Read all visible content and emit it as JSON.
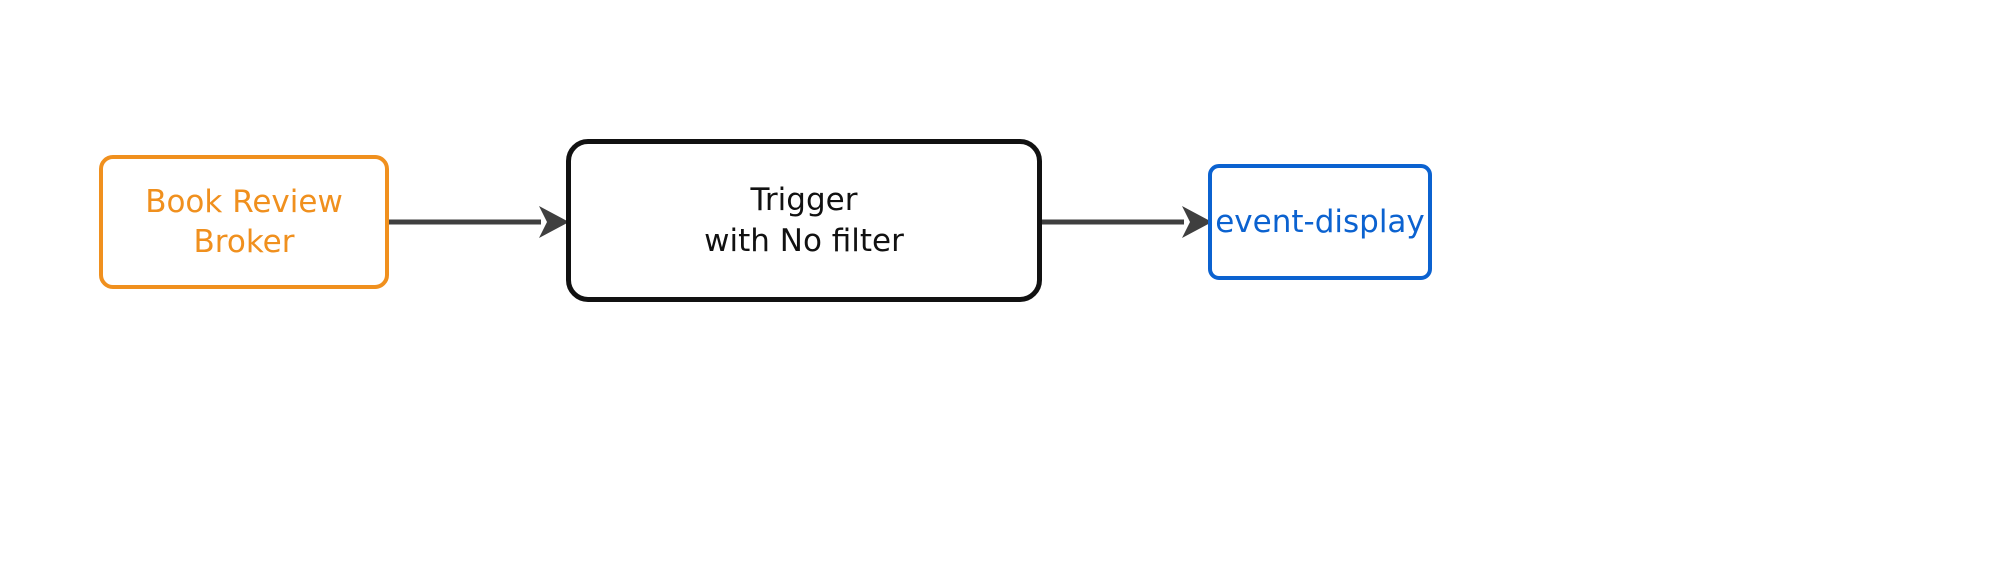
{
  "diagram": {
    "type": "flow",
    "orientation": "left-to-right",
    "background_color": "#ffffff",
    "nodes": [
      {
        "id": "broker",
        "label": "Book Review\nBroker",
        "role": "source",
        "shape": "rounded-rectangle",
        "border_color": "#F0901E",
        "text_color": "#F0901E",
        "fill_color": "#ffffff"
      },
      {
        "id": "trigger",
        "label": "Trigger\nwith No filter",
        "role": "processor",
        "shape": "rounded-rectangle",
        "border_color": "#111111",
        "text_color": "#111111",
        "fill_color": "#ffffff"
      },
      {
        "id": "event-display",
        "label": "event-display",
        "role": "sink",
        "shape": "rounded-rectangle",
        "border_color": "#0B62D0",
        "text_color": "#0B62D0",
        "fill_color": "#ffffff"
      }
    ],
    "edges": [
      {
        "id": "broker-to-trigger",
        "from": "broker",
        "to": "trigger",
        "label": "",
        "color": "#3F3F3F",
        "arrowhead": "filled-triangle"
      },
      {
        "id": "trigger-to-event",
        "from": "trigger",
        "to": "event-display",
        "label": "",
        "color": "#3F3F3F",
        "arrowhead": "filled-triangle"
      }
    ]
  }
}
